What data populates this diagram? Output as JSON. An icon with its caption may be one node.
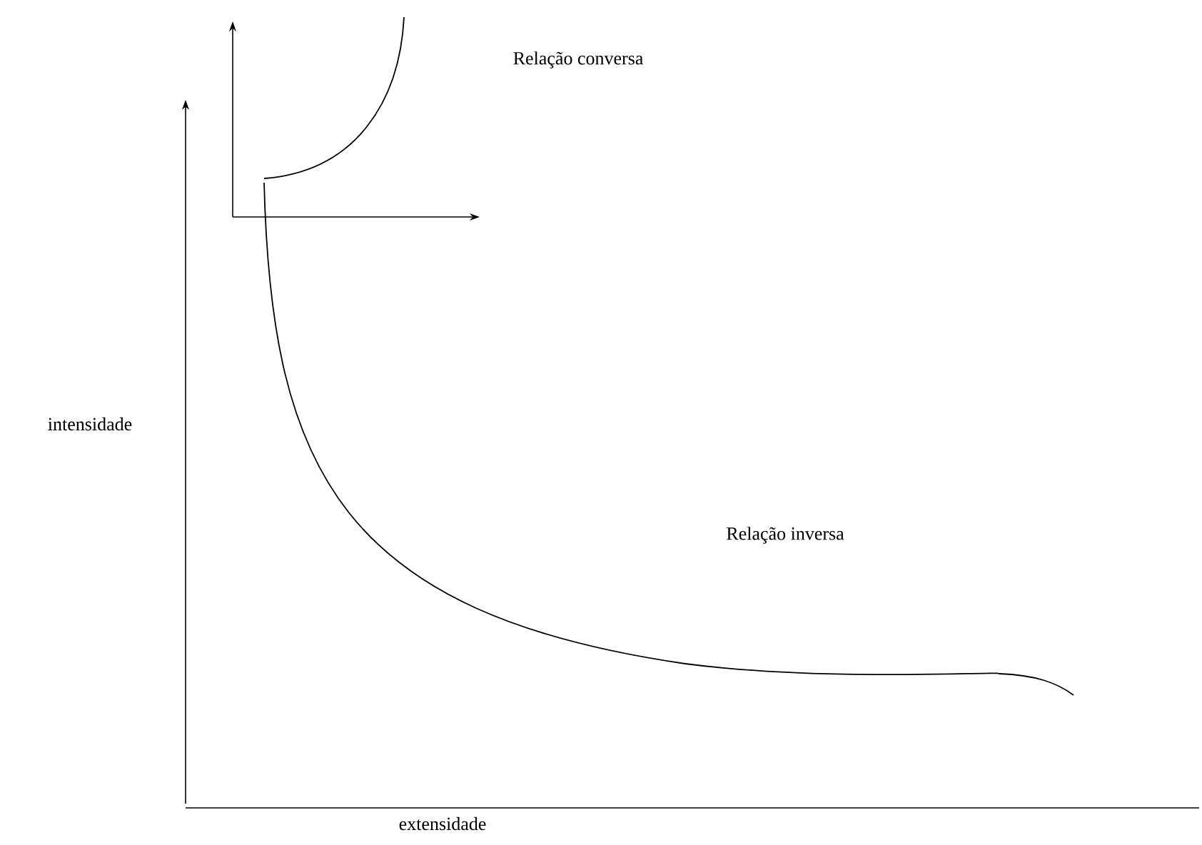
{
  "diagram": {
    "labels": [
      "Relação conversa",
      "intensidade",
      "Relação inversa",
      "extensidade"
    ]
  }
}
